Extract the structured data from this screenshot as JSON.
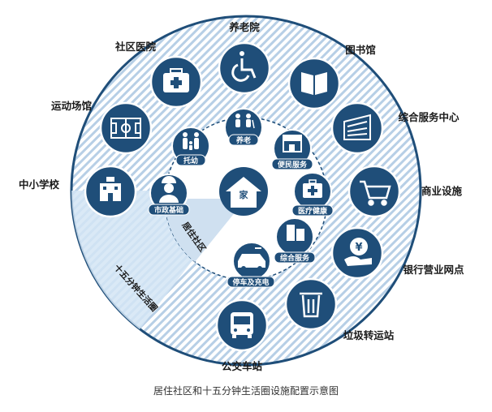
{
  "diagram": {
    "center": {
      "label": "家",
      "icon": "house-icon"
    },
    "inner_ring_label": "居住社区",
    "outer_ring_label": "十五分钟生活圈",
    "inner_facilities": [
      {
        "label": "养老",
        "icon": "elderly-couple-icon"
      },
      {
        "label": "便民服务",
        "icon": "store-icon"
      },
      {
        "label": "医疗健康",
        "icon": "medical-kit-icon"
      },
      {
        "label": "综合服务",
        "icon": "office-building-icon"
      },
      {
        "label": "停车及充电",
        "icon": "electric-car-icon"
      },
      {
        "label": "市政基础",
        "icon": "worker-icon"
      },
      {
        "label": "托幼",
        "icon": "family-icon"
      }
    ],
    "outer_facilities": [
      {
        "label": "养老院",
        "icon": "wheelchair-icon"
      },
      {
        "label": "图书馆",
        "icon": "book-icon"
      },
      {
        "label": "综合服务中心",
        "icon": "building-icon"
      },
      {
        "label": "商业设施",
        "icon": "shopping-cart-icon"
      },
      {
        "label": "银行营业网点",
        "icon": "yuan-coin-icon"
      },
      {
        "label": "垃圾转运站",
        "icon": "trash-bin-icon"
      },
      {
        "label": "公交车站",
        "icon": "bus-icon"
      },
      {
        "label": "中小学校",
        "icon": "school-icon"
      },
      {
        "label": "运动场馆",
        "icon": "sports-field-icon"
      },
      {
        "label": "社区医院",
        "icon": "hospital-kit-icon"
      }
    ],
    "caption": "居住社区和十五分钟生活圈设施配置示意图",
    "colors": {
      "primary": "#1f4e79",
      "stripe": "#a9c6e0",
      "zone": "#cfe0f0",
      "white": "#ffffff"
    }
  }
}
